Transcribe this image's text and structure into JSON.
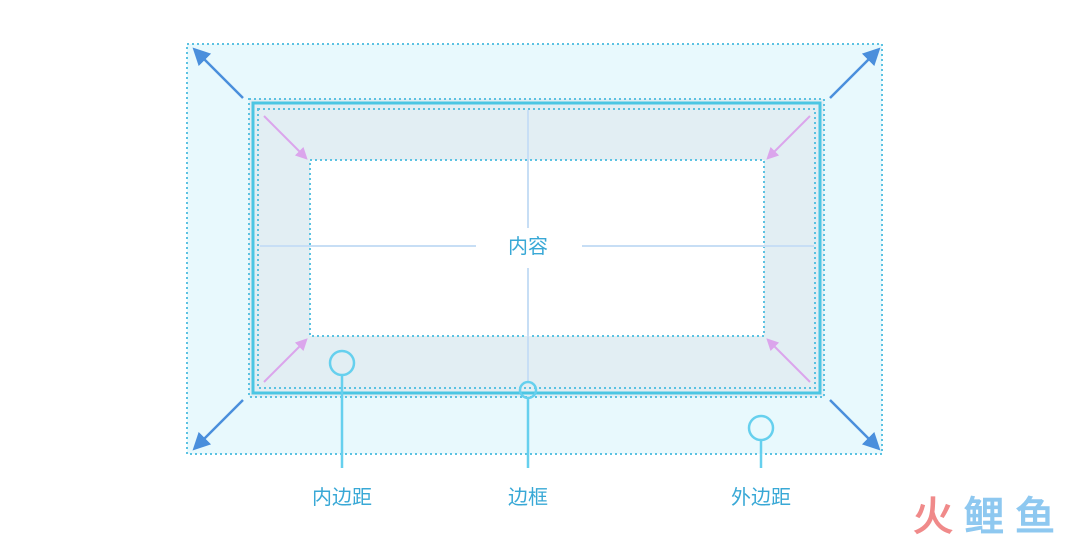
{
  "diagram": {
    "content_label": "内容",
    "padding_label": "内边距",
    "border_label": "边框",
    "margin_label": "外边距"
  },
  "watermark": {
    "char_1": "火",
    "char_2": "鲤",
    "char_3": "鱼"
  },
  "colors": {
    "margin_fill": "#e8f9fd",
    "padding_fill": "#e2eef3",
    "content_fill": "#ffffff",
    "dotted_line": "#5bc2e2",
    "border_line": "#4cc6e3",
    "outer_arrow": "#4a8fdc",
    "inner_arrow": "#dba5ec",
    "crosshair": "#c7def5",
    "label_text": "#38a8d6",
    "callout": "#66d0ee",
    "watermark_red": "#f08a8a",
    "watermark_blue": "#8ec8f0"
  }
}
